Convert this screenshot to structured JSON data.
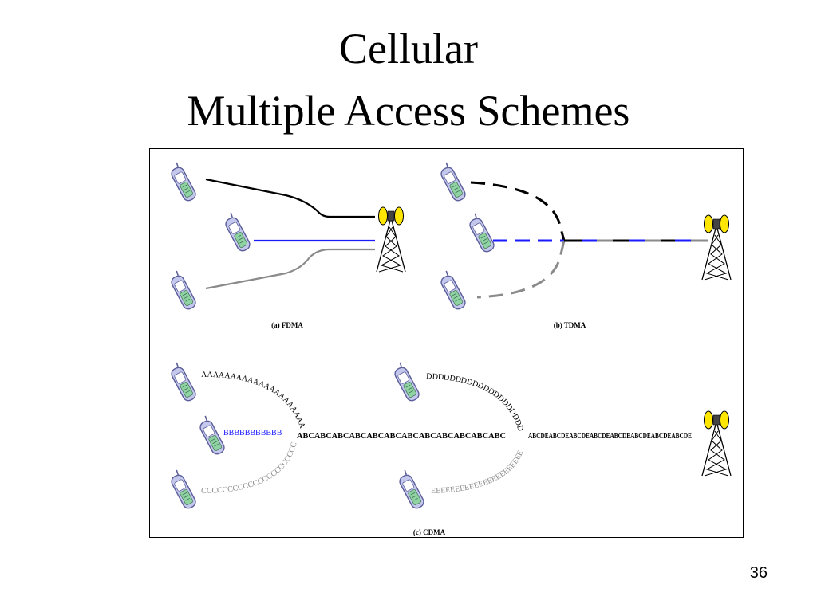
{
  "slide": {
    "title_line1": "Cellular",
    "title_line2": "Multiple Access Schemes",
    "page_number": "36"
  },
  "figure": {
    "fdma": {
      "caption": "(a) FDMA"
    },
    "tdma": {
      "caption": "(b) TDMA"
    },
    "cdma": {
      "caption": "(c) CDMA",
      "signal_a": "AAAAAAAAAAAAAAAAAAAAA",
      "signal_b": "BBBBBBBBBBB",
      "signal_c": "CCCCCCCCCCCCCCCCCCCCCC",
      "signal_d": "DDDDDDDDDDDDDDDDDDDD",
      "signal_e": "EEEEEEEEEEEEEEEEEEEEEE",
      "combined_1": "ABCABCABCABCABCABCABCABCABCABCABCABC",
      "combined_2": "ABCDEABCDEABCDEABCDEABCDEABCDEABCDEABCDE"
    },
    "colors": {
      "black": "#000000",
      "blue": "#1a1aff",
      "gray": "#8a8a8a"
    }
  }
}
